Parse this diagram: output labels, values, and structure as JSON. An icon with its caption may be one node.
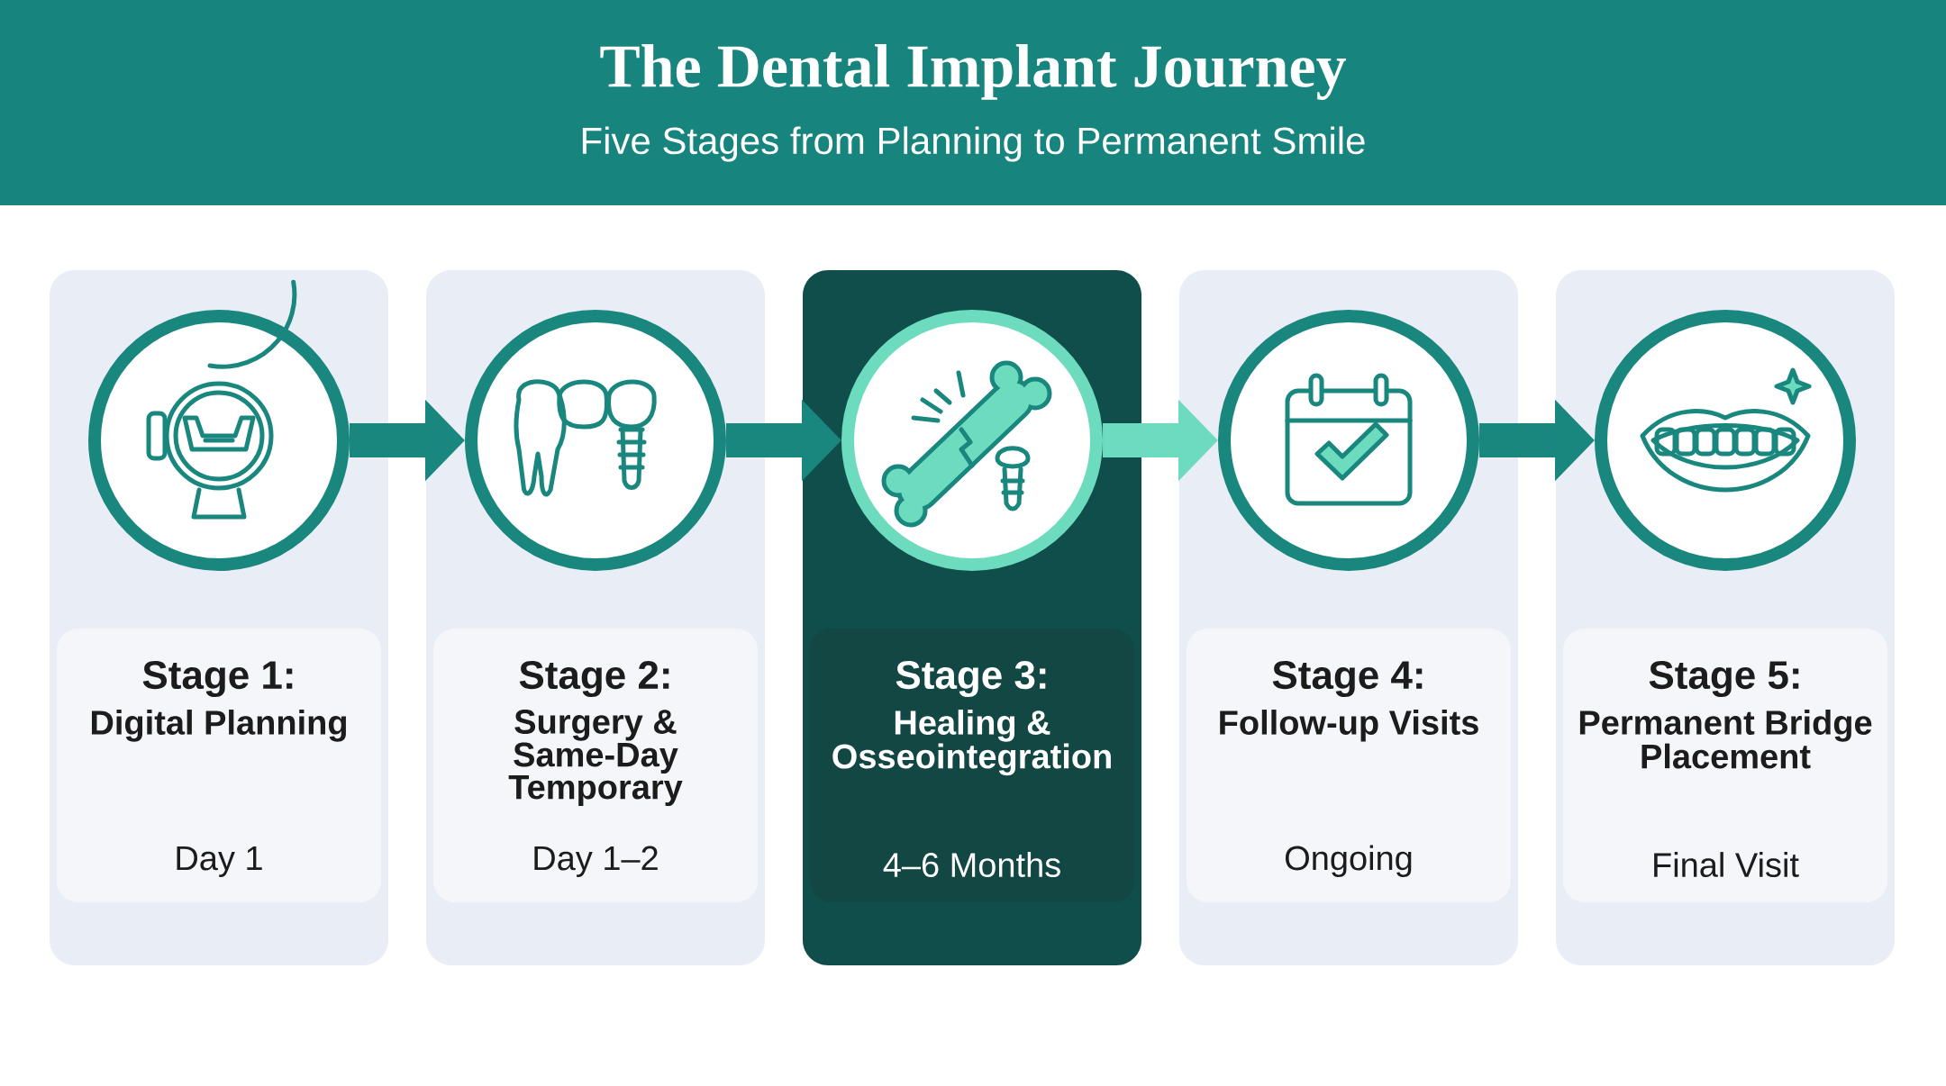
{
  "diagram": {
    "title": "The Dental Implant Journey",
    "nodes": [
      {
        "text": [],
        "shape": "circle"
      },
      {
        "text": [
          "Stage 1:",
          "Digital Planning",
          "Day 1"
        ]
      },
      {
        "text": [],
        "shape": "circle"
      },
      {
        "text": [
          "Stage 2:",
          "Surgery & Same-Day Temporary",
          "Day 1–2"
        ]
      },
      {
        "text": [],
        "shape": "circle"
      },
      {
        "text": [
          "Stage 3:",
          "Healing & Osseointegration",
          "4–6 Months"
        ]
      },
      {
        "text": [],
        "shape": "circle"
      },
      {
        "text": [
          "Stage 4:",
          "Follow-up Visits",
          "Ongoing"
        ]
      },
      {
        "text": [],
        "shape": "circle"
      },
      {
        "text": [
          "Stage 5:",
          "Permanent Bridge Placement",
          "Final Visit"
        ]
      }
    ],
    "edges": [
      {
        "from": 0,
        "to": 2,
        "arrow": "to"
      },
      {
        "from": 2,
        "to": 4,
        "arrow": "to"
      },
      {
        "from": 4,
        "to": 6,
        "arrow": "to",
        "color": "#6ddbbd"
      },
      {
        "from": 6,
        "to": 8,
        "arrow": "to"
      }
    ],
    "labels": [
      "Five Stages from Planning to Permanent Smile"
    ]
  }
}
